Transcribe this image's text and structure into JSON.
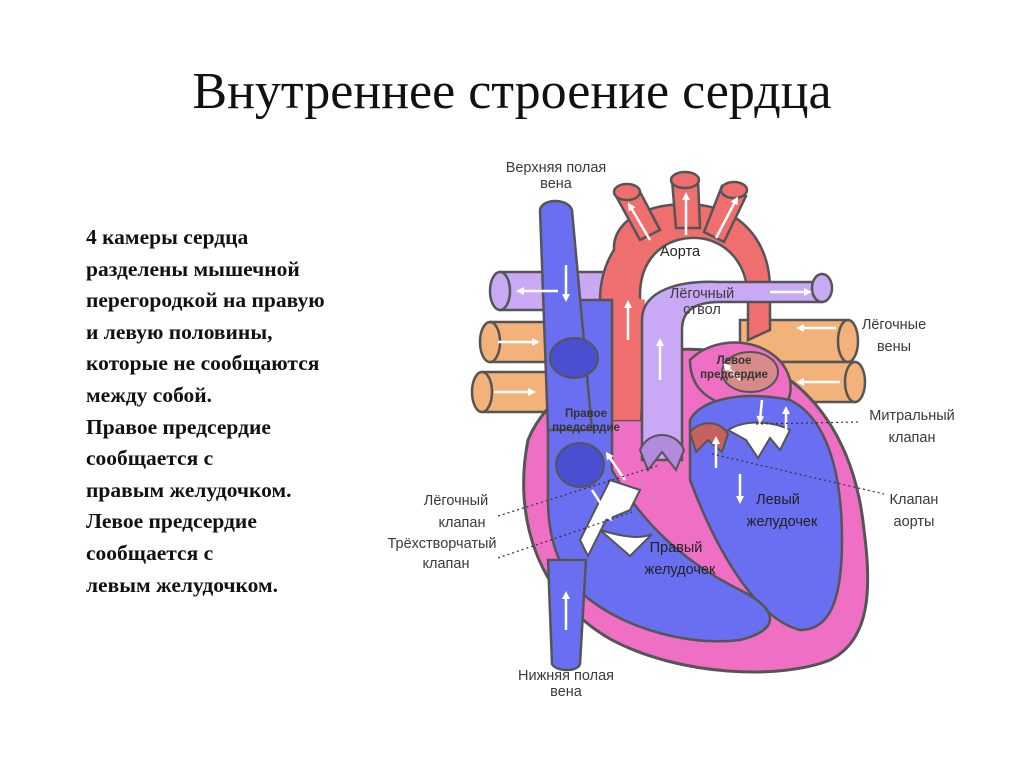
{
  "title": "Внутреннее строение сердца",
  "text_lines": [
    "4 камеры сердца",
    "разделены мышечной",
    "перегородкой на правую",
    "и левую половины,",
    "которые  не сообщаются",
    "между собой.",
    "Правое предсердие",
    "сообщается с",
    "правым желудочком.",
    "Левое предсердие",
    "сообщается с",
    "левым желудочком."
  ],
  "labels": {
    "svc": [
      "Верхняя полая",
      "вена"
    ],
    "aorta": "Аорта",
    "pulmonary_trunk": [
      "Лёгочный",
      "ствол"
    ],
    "pulmonary_veins": [
      "Лёгочные",
      "вены"
    ],
    "left_atrium": [
      "Левое",
      "предсердие"
    ],
    "right_atrium": [
      "Правое",
      "предсердие"
    ],
    "mitral_valve": [
      "Митральный",
      "клапан"
    ],
    "aortic_valve": [
      "Клапан",
      "аорты"
    ],
    "left_ventricle": [
      "Левый",
      "желудочек"
    ],
    "pulmonary_valve": [
      "Лёгочный",
      "клапан"
    ],
    "tricuspid_valve": [
      "Трёхстворчатый",
      "клапан"
    ],
    "right_ventricle": [
      "Правый",
      "желудочек"
    ],
    "ivc": [
      "Нижняя полая",
      "вена"
    ]
  },
  "colors": {
    "deoxygenated": "#6a6ef0",
    "oxygenated": "#ef6f6f",
    "pulmonary_artery": "#c9a8f5",
    "pulmonary_vein": "#f3b27a",
    "heart_wall": "#ef6fc4",
    "valve": "#ffffff"
  }
}
